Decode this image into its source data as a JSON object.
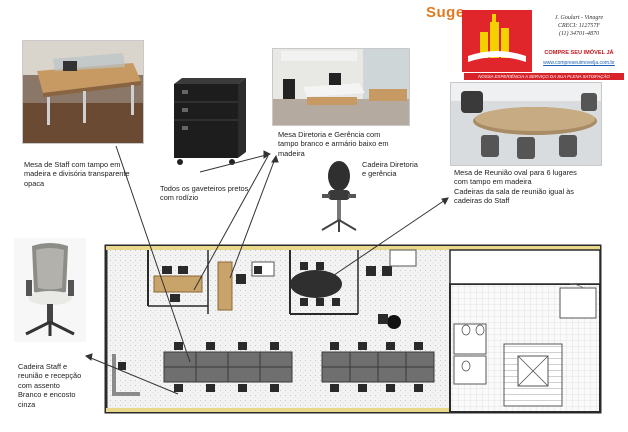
{
  "title": "Suge",
  "contact": {
    "name": "J. Goulart - Vinagre",
    "creci": "CRECI: 112757F",
    "phone": "(11) 34701-4870",
    "brand": "COMPRE SEU IMÓVEL JÁ",
    "url": "www.compreseuimovelja.com.br",
    "tagline": "NOSSA EXPERIÊNCIA A SERVIÇO DA SUA PLENA SATISFAÇÃO"
  },
  "captions": {
    "staff_desk": [
      "Mesa de Staff com tampo em",
      "madeira e divisória transparente",
      "opaca"
    ],
    "drawers": [
      "Todos os gaveteiros pretos",
      "com rodízio"
    ],
    "director_desk": [
      "Mesa Diretoria e Gerência com",
      "tampo branco e armário baixo em",
      "madeira"
    ],
    "director_chair": [
      "Cadeira Diretoria",
      "e gerência"
    ],
    "meeting_table": [
      "Mesa de Reunião oval para 6 lugares",
      "com tampo em madeira",
      "Cadeiras da sala de reunião igual às",
      "cadeiras do Staff"
    ],
    "staff_chair": [
      "Cadeira Staff e",
      "reunião e recepção",
      "com assento",
      "Branco e encosto",
      "cinza"
    ]
  },
  "colors": {
    "title_orange": "#e07a20",
    "logo_red": "#e1262b",
    "wood": "#c9a46a",
    "desk_gray": "#6f6f6f",
    "wall": "#2a2a2a"
  }
}
